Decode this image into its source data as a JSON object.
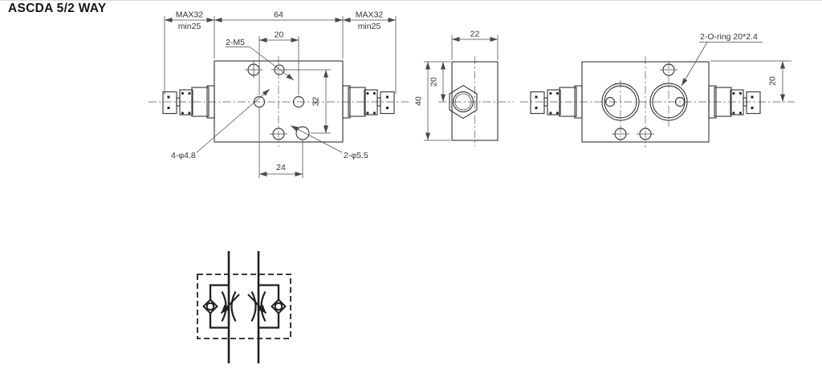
{
  "title": "ASCDA 5/2 WAY",
  "colors": {
    "line": "#3b3b3b",
    "dimension": "#4a4a4a",
    "text": "#333333",
    "schematic": "#202020"
  },
  "top_view": {
    "dim_left_max": "MAX32",
    "dim_left_min": "min25",
    "dim_width": "64",
    "dim_right_max": "MAX32",
    "dim_right_min": "min25",
    "dim_top_spacing": "20",
    "dim_vertical_spacing": "32",
    "dim_bottom_spacing": "24",
    "label_thread": "2-M5",
    "label_mount": "4-φ4.8",
    "label_counterbore": "2-φ5.5"
  },
  "side_view": {
    "dim_width": "22",
    "dim_height": "40",
    "dim_center": "20"
  },
  "bottom_view": {
    "label_oring": "2-O-ring 20*2.4",
    "dim_center": "20"
  }
}
